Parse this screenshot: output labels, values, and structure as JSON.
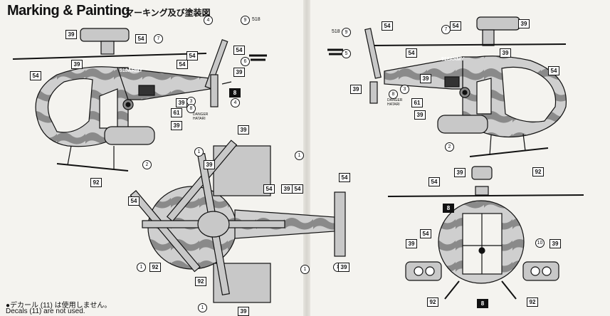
{
  "title": {
    "en": "Marking & Painting",
    "jp": "マーキング及び塗装図"
  },
  "notes": {
    "jp": "●デカール (11) は使用しません。",
    "en": "Decals (11) are not used."
  },
  "decal_text": {
    "serial_left": "518ARMY",
    "serial_right": "518ARMY",
    "tail_left": "518",
    "tail_right": "518",
    "danger_left": "DANGER\nHATARI",
    "danger_right": "DANGER\nHATARI"
  },
  "colors": {
    "camo_light": "#c8c8c8",
    "camo_dark": "#7d7d7d",
    "line": "#111111",
    "paper": "#f4f3ef"
  },
  "side_left": {
    "c39a": "39",
    "c54a": "54",
    "c7": "7",
    "c54b": "54",
    "c39b": "39",
    "c54c": "54",
    "c39c": "39",
    "c3": "3",
    "c8": "8",
    "c61": "61",
    "c39d": "39",
    "c2": "2",
    "c92": "92",
    "c4a": "4",
    "c9": "9",
    "c54t": "54",
    "c6": "6",
    "c39t": "39",
    "c8t": "8",
    "c4b": "4",
    "c39e": "39"
  },
  "side_right": {
    "c9": "9",
    "c54a": "54",
    "c5": "5",
    "c7": "7",
    "c54b": "54",
    "c39a": "39",
    "c54c": "54",
    "c39b": "39",
    "c54d": "54",
    "c39c": "39",
    "c8": "8",
    "c3": "3",
    "c39d": "39",
    "c61": "61",
    "c39e": "39",
    "c2": "2",
    "c92": "92"
  },
  "top_view": {
    "c39a": "39",
    "c1a": "1",
    "c39b": "39",
    "c1b": "1",
    "c54a": "54",
    "c54b": "54",
    "c39c": "39",
    "c54c": "54",
    "c54d": "54",
    "c1c": "1",
    "c92": "92",
    "c1d": "1",
    "c1e": "1",
    "c92b": "92",
    "c1f": "1",
    "c39d": "39",
    "c39e": "39"
  },
  "front_view": {
    "c39a": "39",
    "c54a": "54",
    "c8": "8",
    "c54b": "54",
    "c10": "10",
    "c39b": "39",
    "c39c": "39",
    "c92a": "92",
    "c8b": "8",
    "c92b": "92"
  }
}
